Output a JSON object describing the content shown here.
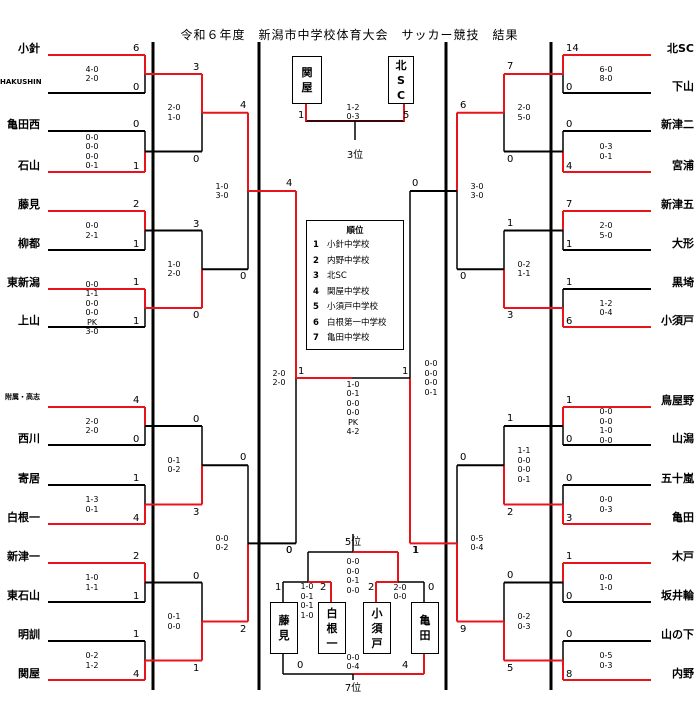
{
  "title": "令和６年度　新潟市中学校体育大会　サッカー競技　結果",
  "left_teams": [
    {
      "name": "小針",
      "score": "6"
    },
    {
      "name": "HAKUSHIN",
      "score": "0"
    },
    {
      "name": "亀田西",
      "score": "0"
    },
    {
      "name": "石山",
      "score": "1"
    },
    {
      "name": "藤見",
      "score": "2"
    },
    {
      "name": "柳都",
      "score": "1"
    },
    {
      "name": "東新潟",
      "score": "1"
    },
    {
      "name": "上山",
      "score": "1"
    },
    {
      "name": "附属・高志",
      "score": "4"
    },
    {
      "name": "西川",
      "score": "0"
    },
    {
      "name": "寄居",
      "score": "1"
    },
    {
      "name": "白根一",
      "score": "4"
    },
    {
      "name": "新津一",
      "score": "2"
    },
    {
      "name": "東石山",
      "score": "1"
    },
    {
      "name": "明訓",
      "score": "1"
    },
    {
      "name": "関屋",
      "score": "4"
    }
  ],
  "right_teams": [
    {
      "name": "北SC",
      "score": "14"
    },
    {
      "name": "下山",
      "score": "0"
    },
    {
      "name": "新津二",
      "score": "0"
    },
    {
      "name": "宮浦",
      "score": "4"
    },
    {
      "name": "新津五",
      "score": "7"
    },
    {
      "name": "大形",
      "score": "1"
    },
    {
      "name": "黒埼",
      "score": "1"
    },
    {
      "name": "小須戸",
      "score": "6"
    },
    {
      "name": "鳥屋野",
      "score": "1"
    },
    {
      "name": "山潟",
      "score": "0"
    },
    {
      "name": "五十嵐",
      "score": "0"
    },
    {
      "name": "亀田",
      "score": "3"
    },
    {
      "name": "木戸",
      "score": "1"
    },
    {
      "name": "坂井輪",
      "score": "0"
    },
    {
      "name": "山の下",
      "score": "0"
    },
    {
      "name": "内野",
      "score": "8"
    }
  ],
  "left_r1_scores": [
    [
      "4-0",
      "2-0"
    ],
    [
      "0-0",
      "0-0",
      "0-0",
      "0-1"
    ],
    [
      "0-0",
      "2-1"
    ],
    [
      "0-0",
      "1-1",
      "0-0",
      "0-0",
      "PK",
      "3-0"
    ],
    [
      "2-0",
      "2-0"
    ],
    [
      "1-3",
      "0-1"
    ],
    [
      "1-0",
      "1-1"
    ],
    [
      "0-2",
      "1-2"
    ]
  ],
  "right_r1_scores": [
    [
      "6-0",
      "8-0"
    ],
    [
      "0-3",
      "0-1"
    ],
    [
      "2-0",
      "5-0"
    ],
    [
      "1-2",
      "0-4"
    ],
    [
      "0-0",
      "0-0",
      "1-0",
      "0-0"
    ],
    [
      "0-0",
      "0-3"
    ],
    [
      "0-0",
      "1-0"
    ],
    [
      "0-5",
      "0-3"
    ]
  ],
  "left_r2": {
    "scores": [
      "3",
      "0",
      "3",
      "0",
      "0",
      "3",
      "0",
      "1"
    ],
    "results": [
      [
        "2-0",
        "1-0"
      ],
      [
        "1-0",
        "2-0"
      ],
      [
        "0-1",
        "0-2"
      ],
      [
        "0-1",
        "0-0"
      ]
    ]
  },
  "right_r2": {
    "scores": [
      "7",
      "0",
      "1",
      "3",
      "1",
      "2",
      "0",
      "5"
    ],
    "results": [
      [
        "2-0",
        "5-0"
      ],
      [
        "0-2",
        "1-1"
      ],
      [
        "1-1",
        "0-0",
        "0-0",
        "0-1"
      ],
      [
        "0-2",
        "0-3"
      ]
    ]
  },
  "left_r3": {
    "scores": [
      "4",
      "0",
      "0",
      "2"
    ],
    "results": [
      [
        "1-0",
        "3-0"
      ],
      [
        "0-0",
        "0-2"
      ]
    ]
  },
  "right_r3": {
    "scores": [
      "6",
      "0",
      "0",
      "9"
    ],
    "results": [
      [
        "3-0",
        "3-0"
      ],
      [
        "0-5",
        "0-4"
      ]
    ]
  },
  "left_sf": {
    "scores": [
      "4",
      "0"
    ],
    "result": [
      "2-0",
      "2-0"
    ]
  },
  "right_sf": {
    "scores": [
      "0",
      "1"
    ],
    "result": [
      "0-0",
      "0-0",
      "0-0",
      "0-1"
    ]
  },
  "final": {
    "left_score": "1",
    "right_score": "1",
    "result": [
      "1-0",
      "0-1",
      "0-0",
      "0-0",
      "PK",
      "4-2"
    ]
  },
  "third_place": {
    "label": "3位",
    "left_team": "関屋",
    "right_team": "北SC",
    "left_score": "1",
    "right_score": "5",
    "result": [
      "1-2",
      "0-3"
    ]
  },
  "fifth_place": {
    "label": "5位",
    "result": [
      "0-0",
      "0-0",
      "0-1",
      "0-0"
    ],
    "left_score": "0",
    "right_score": "1"
  },
  "seventh_place": {
    "label": "7位",
    "result": [
      "0-0",
      "0-4"
    ],
    "left_score": "0",
    "right_score": "4"
  },
  "fifth_semis": {
    "left": {
      "team_a": "藤見",
      "team_b": "白根一",
      "score_a": "1",
      "score_b": "2",
      "result": [
        "1-0",
        "0-1",
        "0-1",
        "1-0"
      ]
    },
    "right": {
      "team_a": "小須戸",
      "team_b": "亀田",
      "score_a": "2",
      "score_b": "0",
      "result": [
        "2-0",
        "0-0"
      ]
    }
  },
  "ranking": {
    "header": "順位",
    "items": [
      {
        "rank": "1",
        "team": "小針中学校"
      },
      {
        "rank": "2",
        "team": "内野中学校"
      },
      {
        "rank": "3",
        "team": "北SC"
      },
      {
        "rank": "4",
        "team": "関屋中学校"
      },
      {
        "rank": "5",
        "team": "小須戸中学校"
      },
      {
        "rank": "6",
        "team": "白根第一中学校"
      },
      {
        "rank": "7",
        "team": "亀田中学校"
      }
    ]
  },
  "colors": {
    "win": "#e8141c",
    "line": "#000000"
  }
}
